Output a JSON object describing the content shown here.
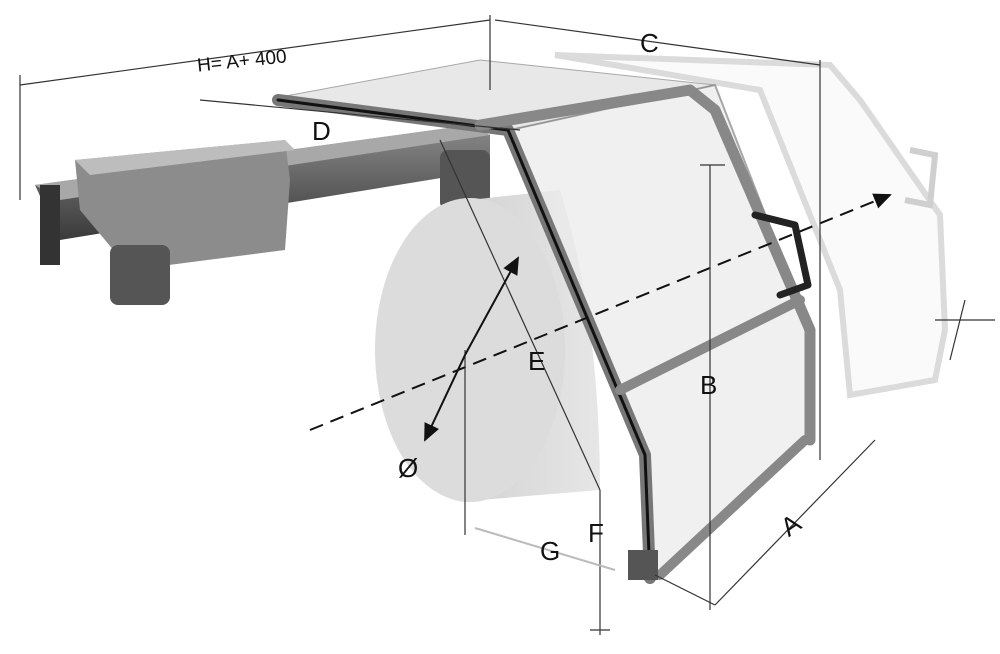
{
  "diagram": {
    "labels": {
      "H": "H=  A+ 400",
      "A": "A",
      "B": "B",
      "C": "C",
      "D": "D",
      "E": "E",
      "F": "F",
      "G": "G",
      "diameter": "Ø"
    }
  }
}
